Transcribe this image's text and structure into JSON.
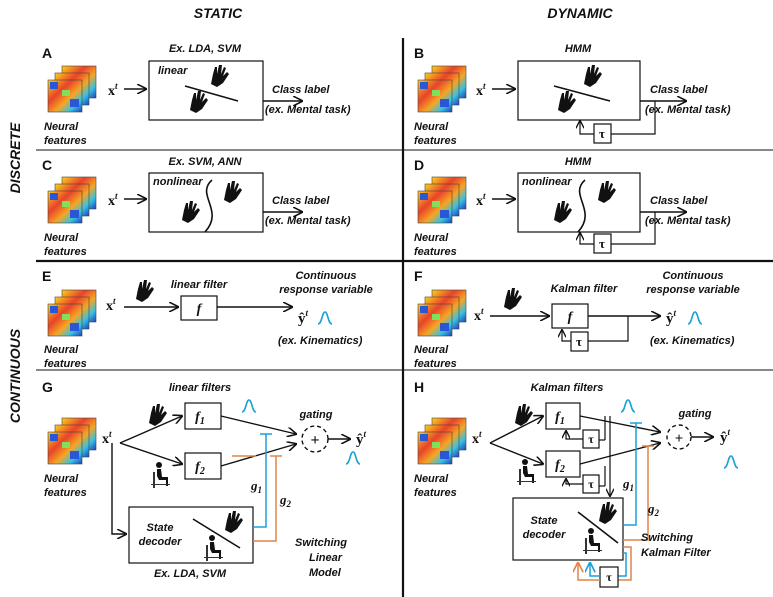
{
  "columns": {
    "static": "STATIC",
    "dynamic": "DYNAMIC"
  },
  "rows": {
    "discrete": "DISCRETE",
    "continuous": "CONTINUOUS"
  },
  "common": {
    "neural": "Neural",
    "features": "features",
    "xt": "x",
    "t": "t",
    "class_label": "Class label",
    "mental_task": "(ex. Mental task)",
    "continuous": "Continuous",
    "response_variable": "response variable",
    "kinematics": "(ex. Kinematics)",
    "yhat": "ŷ",
    "tau": "τ",
    "gating": "gating",
    "state": "State",
    "decoder": "decoder"
  },
  "panels": {
    "A": {
      "letter": "A",
      "method": "Ex. LDA, SVM",
      "boundary": "linear"
    },
    "B": {
      "letter": "B",
      "method": "HMM"
    },
    "C": {
      "letter": "C",
      "method": "Ex. SVM, ANN",
      "boundary": "nonlinear"
    },
    "D": {
      "letter": "D",
      "method": "HMM",
      "boundary": "nonlinear"
    },
    "E": {
      "letter": "E",
      "method": "linear filter",
      "f": "f"
    },
    "F": {
      "letter": "F",
      "method": "Kalman filter",
      "f": "f"
    },
    "G": {
      "letter": "G",
      "method": "linear filters",
      "f1": "f",
      "f2": "f",
      "sub1": "1",
      "sub2": "2",
      "g": "g",
      "model1": "Switching",
      "model2": "Linear",
      "model3": "Model",
      "example": "Ex. LDA, SVM"
    },
    "H": {
      "letter": "H",
      "method": "Kalman filters",
      "f1": "f",
      "f2": "f",
      "sub1": "1",
      "sub2": "2",
      "g": "g",
      "model1": "Switching",
      "model2": "Kalman Filter"
    }
  },
  "colors": {
    "blue": "#1aa0d8",
    "orange": "#e0844a",
    "ink": "#111111"
  },
  "icons": {
    "hand": "hand-icon",
    "seated_person": "seated-person-icon",
    "feature_maps": "neural-feature-maps-icon"
  }
}
